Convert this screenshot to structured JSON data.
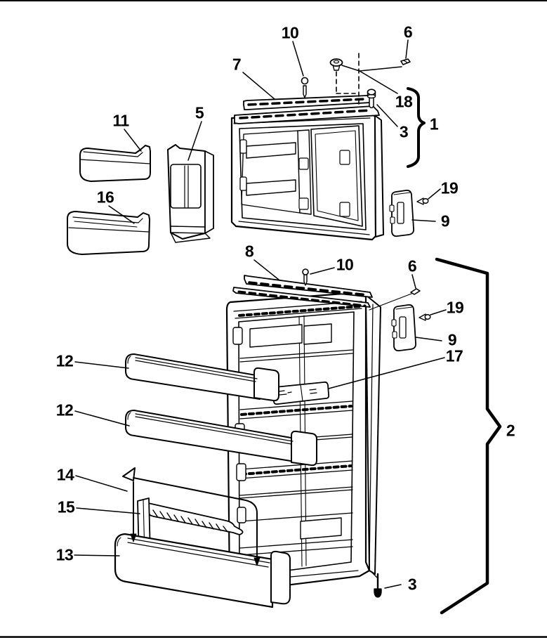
{
  "diagram": {
    "kind": "exploded-parts-diagram",
    "subject": "refrigerator-door-assembly",
    "background_color": "#ffffff",
    "line_color": "#000000"
  },
  "callouts": [
    {
      "number": "10"
    },
    {
      "number": "6"
    },
    {
      "number": "7"
    },
    {
      "number": "18"
    },
    {
      "number": "3"
    },
    {
      "number": "1"
    },
    {
      "number": "11"
    },
    {
      "number": "5"
    },
    {
      "number": "16"
    },
    {
      "number": "19"
    },
    {
      "number": "9"
    },
    {
      "number": "8"
    },
    {
      "number": "10"
    },
    {
      "number": "6"
    },
    {
      "number": "19"
    },
    {
      "number": "9"
    },
    {
      "number": "17"
    },
    {
      "number": "12"
    },
    {
      "number": "12"
    },
    {
      "number": "14"
    },
    {
      "number": "15"
    },
    {
      "number": "13"
    },
    {
      "number": "3"
    },
    {
      "number": "2"
    }
  ]
}
